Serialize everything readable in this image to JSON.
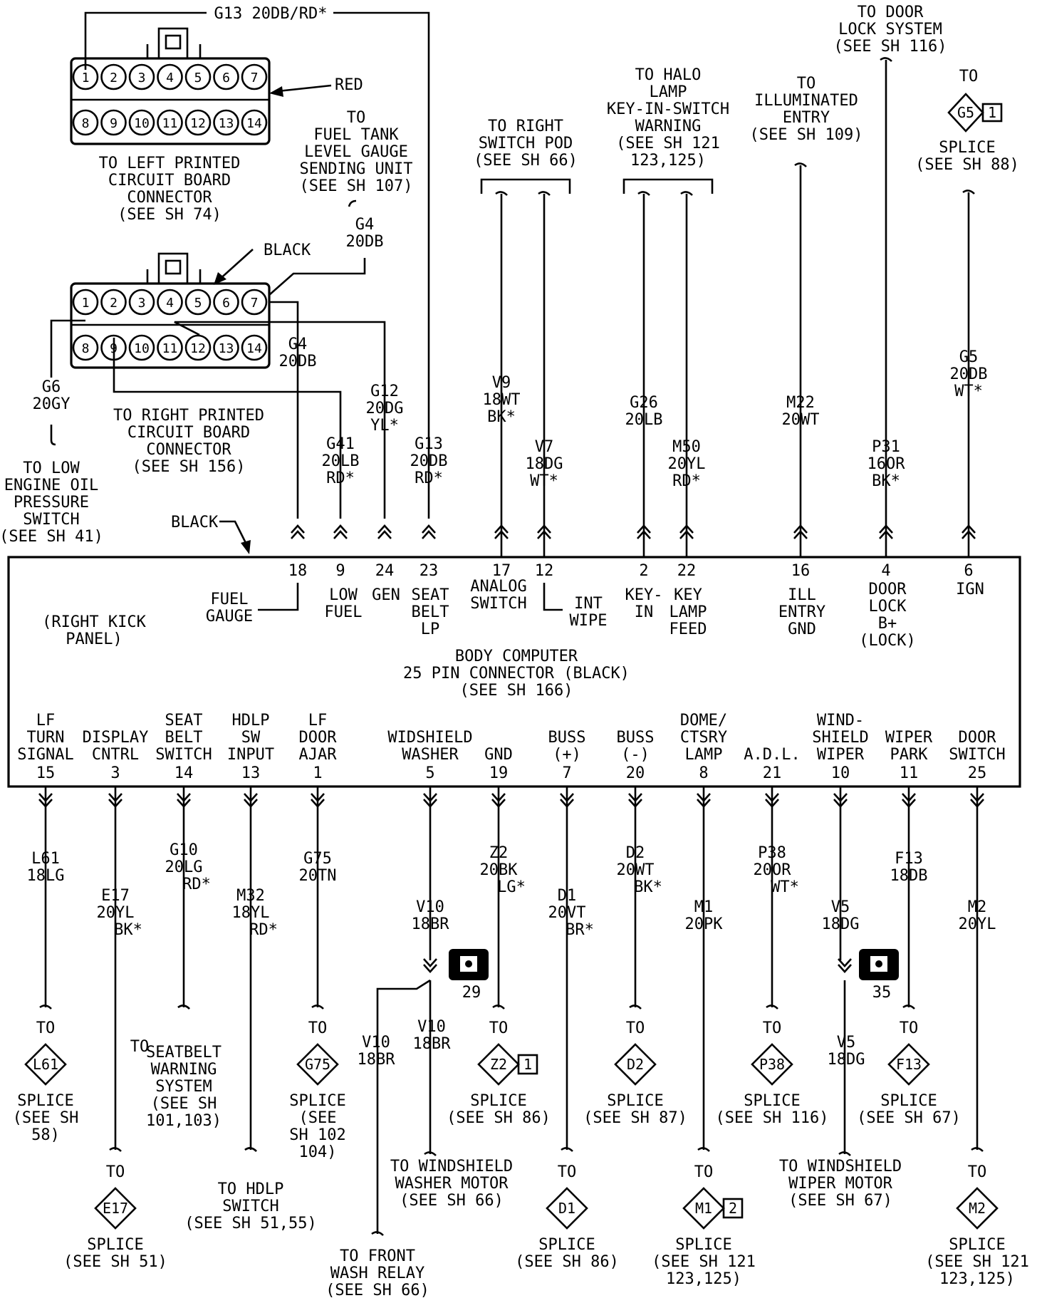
{
  "title": "Wiring diagram — Body Computer 25 Pin Connector",
  "connectors": {
    "red": {
      "color_label": "RED",
      "pins_top": [
        "1",
        "2",
        "3",
        "4",
        "5",
        "6",
        "7"
      ],
      "pins_bottom": [
        "8",
        "9",
        "10",
        "11",
        "12",
        "13",
        "14"
      ],
      "caption": [
        "TO LEFT PRINTED",
        "CIRCUIT BOARD",
        "CONNECTOR",
        "(SEE SH 74)"
      ],
      "top_wire": "G13 20DB/RD*"
    },
    "black": {
      "color_label": "BLACK",
      "pins_top": [
        "1",
        "2",
        "3",
        "4",
        "5",
        "6",
        "7"
      ],
      "pins_bottom": [
        "8",
        "9",
        "10",
        "11",
        "12",
        "13",
        "14"
      ],
      "caption": [
        "TO RIGHT PRINTED",
        "CIRCUIT BOARD",
        "CONNECTOR",
        "(SEE SH 156)"
      ]
    }
  },
  "fuel_tank": [
    "TO",
    "FUEL TANK",
    "LEVEL GAUGE",
    "SENDING UNIT",
    "(SEE SH 107)"
  ],
  "g4_top": [
    "G4",
    "20DB"
  ],
  "g4_mid": [
    "G4",
    "20DB"
  ],
  "g6": [
    "G6",
    "20GY"
  ],
  "oil": [
    "TO LOW",
    "ENGINE OIL",
    "PRESSURE",
    "SWITCH",
    "(SEE SH 41)"
  ],
  "black_arrow_label": "BLACK",
  "computer": {
    "side_label": [
      "(RIGHT KICK",
      "PANEL)"
    ],
    "title": [
      "BODY COMPUTER",
      "25 PIN CONNECTOR (BLACK)",
      "(SEE SH 166)"
    ],
    "top_pins": [
      {
        "num": "18",
        "label": [
          "FUEL",
          "GAUGE"
        ]
      },
      {
        "num": "9",
        "label": [
          "LOW",
          "FUEL"
        ]
      },
      {
        "num": "24",
        "label": [
          "GEN"
        ]
      },
      {
        "num": "23",
        "label": [
          "SEAT",
          "BELT",
          "LP"
        ]
      },
      {
        "num": "17",
        "label": [
          "ANALOG",
          "SWITCH"
        ]
      },
      {
        "num": "12",
        "label": [
          "INT",
          "WIPE"
        ]
      },
      {
        "num": "2",
        "label": [
          "KEY-",
          "IN"
        ]
      },
      {
        "num": "22",
        "label": [
          "KEY",
          "LAMP",
          "FEED"
        ]
      },
      {
        "num": "16",
        "label": [
          "ILL",
          "ENTRY",
          "GND"
        ]
      },
      {
        "num": "4",
        "label": [
          "DOOR",
          "LOCK",
          "B+",
          "(LOCK)"
        ]
      },
      {
        "num": "6",
        "label": [
          "IGN"
        ]
      }
    ],
    "bottom_pins": [
      {
        "num": "15",
        "label": [
          "LF",
          "TURN",
          "SIGNAL"
        ]
      },
      {
        "num": "3",
        "label": [
          "DISPLAY",
          "CNTRL"
        ]
      },
      {
        "num": "14",
        "label": [
          "SEAT",
          "BELT",
          "SWITCH"
        ]
      },
      {
        "num": "13",
        "label": [
          "HDLP",
          "SW",
          "INPUT"
        ]
      },
      {
        "num": "1",
        "label": [
          "LF",
          "DOOR",
          "AJAR"
        ]
      },
      {
        "num": "5",
        "label": [
          "WIDSHIELD",
          "WASHER"
        ]
      },
      {
        "num": "19",
        "label": [
          "GND"
        ]
      },
      {
        "num": "7",
        "label": [
          "BUSS",
          "(+)"
        ]
      },
      {
        "num": "20",
        "label": [
          "BUSS",
          "(-)"
        ]
      },
      {
        "num": "8",
        "label": [
          "DOME/",
          "CTSRY",
          "LAMP"
        ]
      },
      {
        "num": "21",
        "label": [
          "A.D.L."
        ]
      },
      {
        "num": "10",
        "label": [
          "WIND-",
          "SHIELD",
          "WIPER"
        ]
      },
      {
        "num": "11",
        "label": [
          "WIPER",
          "PARK"
        ]
      },
      {
        "num": "25",
        "label": [
          "DOOR",
          "SWITCH"
        ]
      }
    ]
  },
  "top_wires": {
    "g41": [
      "G41",
      "20LB",
      "RD*"
    ],
    "g12": [
      "G12",
      "20DG",
      "YL*"
    ],
    "g13": [
      "G13",
      "20DB",
      "RD*"
    ],
    "v9": [
      "V9",
      "18WT",
      "BK*"
    ],
    "v7": [
      "V7",
      "18DG",
      "WT*"
    ],
    "g26": [
      "G26",
      "20LB"
    ],
    "m50": [
      "M50",
      "20YL",
      "RD*"
    ],
    "m22": [
      "M22",
      "20WT"
    ],
    "p31": [
      "P31",
      "16OR",
      "BK*"
    ],
    "g5": [
      "G5",
      "20DB",
      "WT*"
    ]
  },
  "top_dest": {
    "switch_pod": [
      "TO RIGHT",
      "SWITCH POD",
      "(SEE SH 66)"
    ],
    "halo": [
      "TO HALO",
      "LAMP",
      "KEY-IN-SWITCH",
      "WARNING",
      "(SEE SH 121",
      "123,125)"
    ],
    "illuminated": [
      "TO",
      "ILLUMINATED",
      "ENTRY",
      "(SEE SH 109)"
    ],
    "door_lock": [
      "TO DOOR",
      "LOCK SYSTEM",
      "(SEE SH 116)"
    ],
    "g5_splice": {
      "to": "TO",
      "id": "G5",
      "num": "1",
      "text": [
        "SPLICE",
        "(SEE SH 88)"
      ]
    }
  },
  "bottom_wires": {
    "l61": [
      "L61",
      "18LG"
    ],
    "e17": [
      "E17",
      "20YL",
      "BK*"
    ],
    "g10": [
      "G10",
      "20LG",
      "RD*"
    ],
    "m32": [
      "M32",
      "18YL",
      "RD*"
    ],
    "g75": [
      "G75",
      "20TN"
    ],
    "v10": [
      "V10",
      "18BR"
    ],
    "z2": [
      "Z2",
      "20BK",
      "LG*"
    ],
    "d1": [
      "D1",
      "20VT",
      "BR*"
    ],
    "d2": [
      "D2",
      "20WT",
      "BK*"
    ],
    "m1": [
      "M1",
      "20PK"
    ],
    "p38": [
      "P38",
      "20OR",
      "WT*"
    ],
    "v5": [
      "V5",
      "18DG"
    ],
    "f13": [
      "F13",
      "18DB"
    ],
    "m2": [
      "M2",
      "20YL"
    ],
    "v10b": [
      "V10",
      "18BR"
    ],
    "v10c": [
      "V10",
      "18BR"
    ],
    "v5b": [
      "V5",
      "18DG"
    ]
  },
  "grounds": {
    "g29": "29",
    "g35": "35"
  },
  "bottom_dest": {
    "l61": {
      "to": "TO",
      "id": "L61",
      "text": [
        "SPLICE",
        "(SEE SH",
        "58)"
      ]
    },
    "e17": {
      "to": "TO",
      "id": "E17",
      "text": [
        "SPLICE",
        "(SEE SH 51)"
      ]
    },
    "seatbelt": [
      "TO",
      "SEATBELT",
      "WARNING",
      "SYSTEM",
      "(SEE SH",
      "101,103)"
    ],
    "hdlp": [
      "TO HDLP",
      "SWITCH",
      "(SEE SH 51,55)"
    ],
    "g75": {
      "to": "TO",
      "id": "G75",
      "text": [
        "SPLICE",
        "(SEE",
        "SH 102",
        "104)"
      ]
    },
    "front_wash": [
      "TO FRONT",
      "WASH RELAY",
      "(SEE SH 66)"
    ],
    "washer_motor": [
      "TO WINDSHIELD",
      "WASHER MOTOR",
      "(SEE SH 66)"
    ],
    "z2": {
      "to": "TO",
      "id": "Z2",
      "num": "1",
      "text": [
        "SPLICE",
        "(SEE SH 86)"
      ]
    },
    "d1": {
      "to": "TO",
      "id": "D1",
      "text": [
        "SPLICE",
        "(SEE SH 86)"
      ]
    },
    "d2": {
      "to": "TO",
      "id": "D2",
      "text": [
        "SPLICE",
        "(SEE SH 87)"
      ]
    },
    "m1": {
      "to": "TO",
      "id": "M1",
      "num": "2",
      "text": [
        "SPLICE",
        "(SEE SH 121",
        "123,125)"
      ]
    },
    "p38": {
      "to": "TO",
      "id": "P38",
      "text": [
        "SPLICE",
        "(SEE SH 116)"
      ]
    },
    "wiper_motor": [
      "TO WINDSHIELD",
      "WIPER MOTOR",
      "(SEE SH 67)"
    ],
    "f13": {
      "to": "TO",
      "id": "F13",
      "text": [
        "SPLICE",
        "(SEE SH 67)"
      ]
    },
    "m2": {
      "to": "TO",
      "id": "M2",
      "text": [
        "SPLICE",
        "(SEE SH 121",
        "123,125)"
      ]
    }
  }
}
